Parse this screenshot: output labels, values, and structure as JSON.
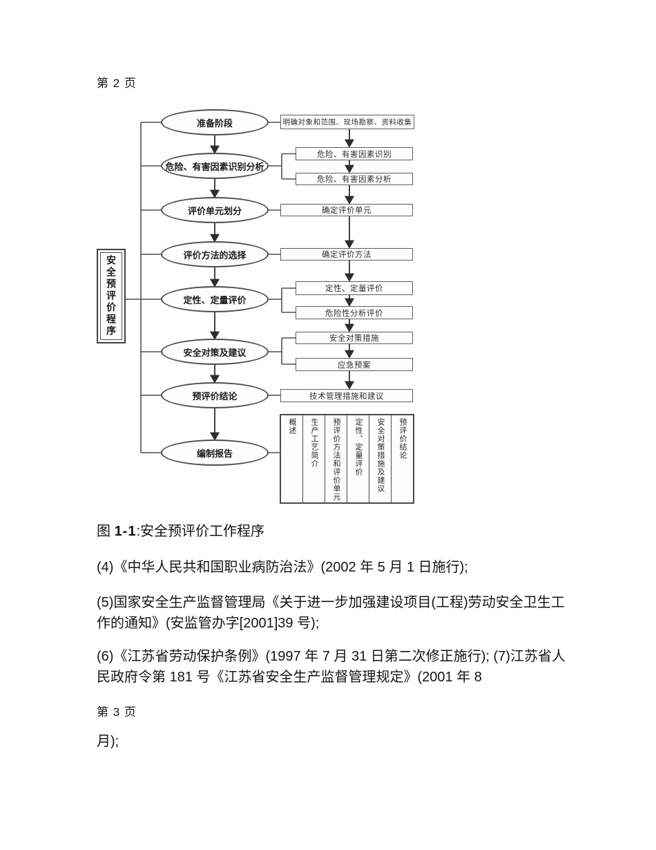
{
  "page": {
    "header_page_label": "第 2 页",
    "footer_page_label": "第 3 页"
  },
  "figure": {
    "side_label": "安全预评价程序",
    "stages": [
      "准备阶段",
      "危险、有害因素识别分析",
      "评价单元划分",
      "评价方法的选择",
      "定性、定量评价",
      "安全对策及建议",
      "预评价结论",
      "编制报告"
    ],
    "detail_boxes": [
      "明确对象和范围、现场勘察、资料收集",
      "危险、有害因素识别",
      "危险、有害因素分析",
      "确定评价单元",
      "确定评价方法",
      "定性、定量评价",
      "危险性分析评价",
      "安全对策措施",
      "应急预案",
      "技术管理措施和建议"
    ],
    "report_columns": [
      "概述",
      "生产工艺简介",
      "预评价方法和评价单元",
      "定性、定量评价",
      "安全对策措施及建议",
      "预评价结论"
    ]
  },
  "caption": {
    "figure_word": "图 ",
    "figure_number": "1-1",
    "figure_title": ":安全预评价工作程序"
  },
  "paragraphs": {
    "item4": "(4)《中华人民共和国职业病防治法》(2002 年 5 月 1 日施行);",
    "item5": "(5)国家安全生产监督管理局《关于进一步加强建设项目(工程)劳动安全卫生工作的通知》(安监管办字[2001]39 号);",
    "item6": "(6)《江苏省劳动保护条例》(1997 年 7 月 31 日第二次修正施行); (7)江苏省人民政府令第 181 号《江苏省安全生产监督管理规定》(2001 年 8",
    "item6_cont": "月);"
  }
}
